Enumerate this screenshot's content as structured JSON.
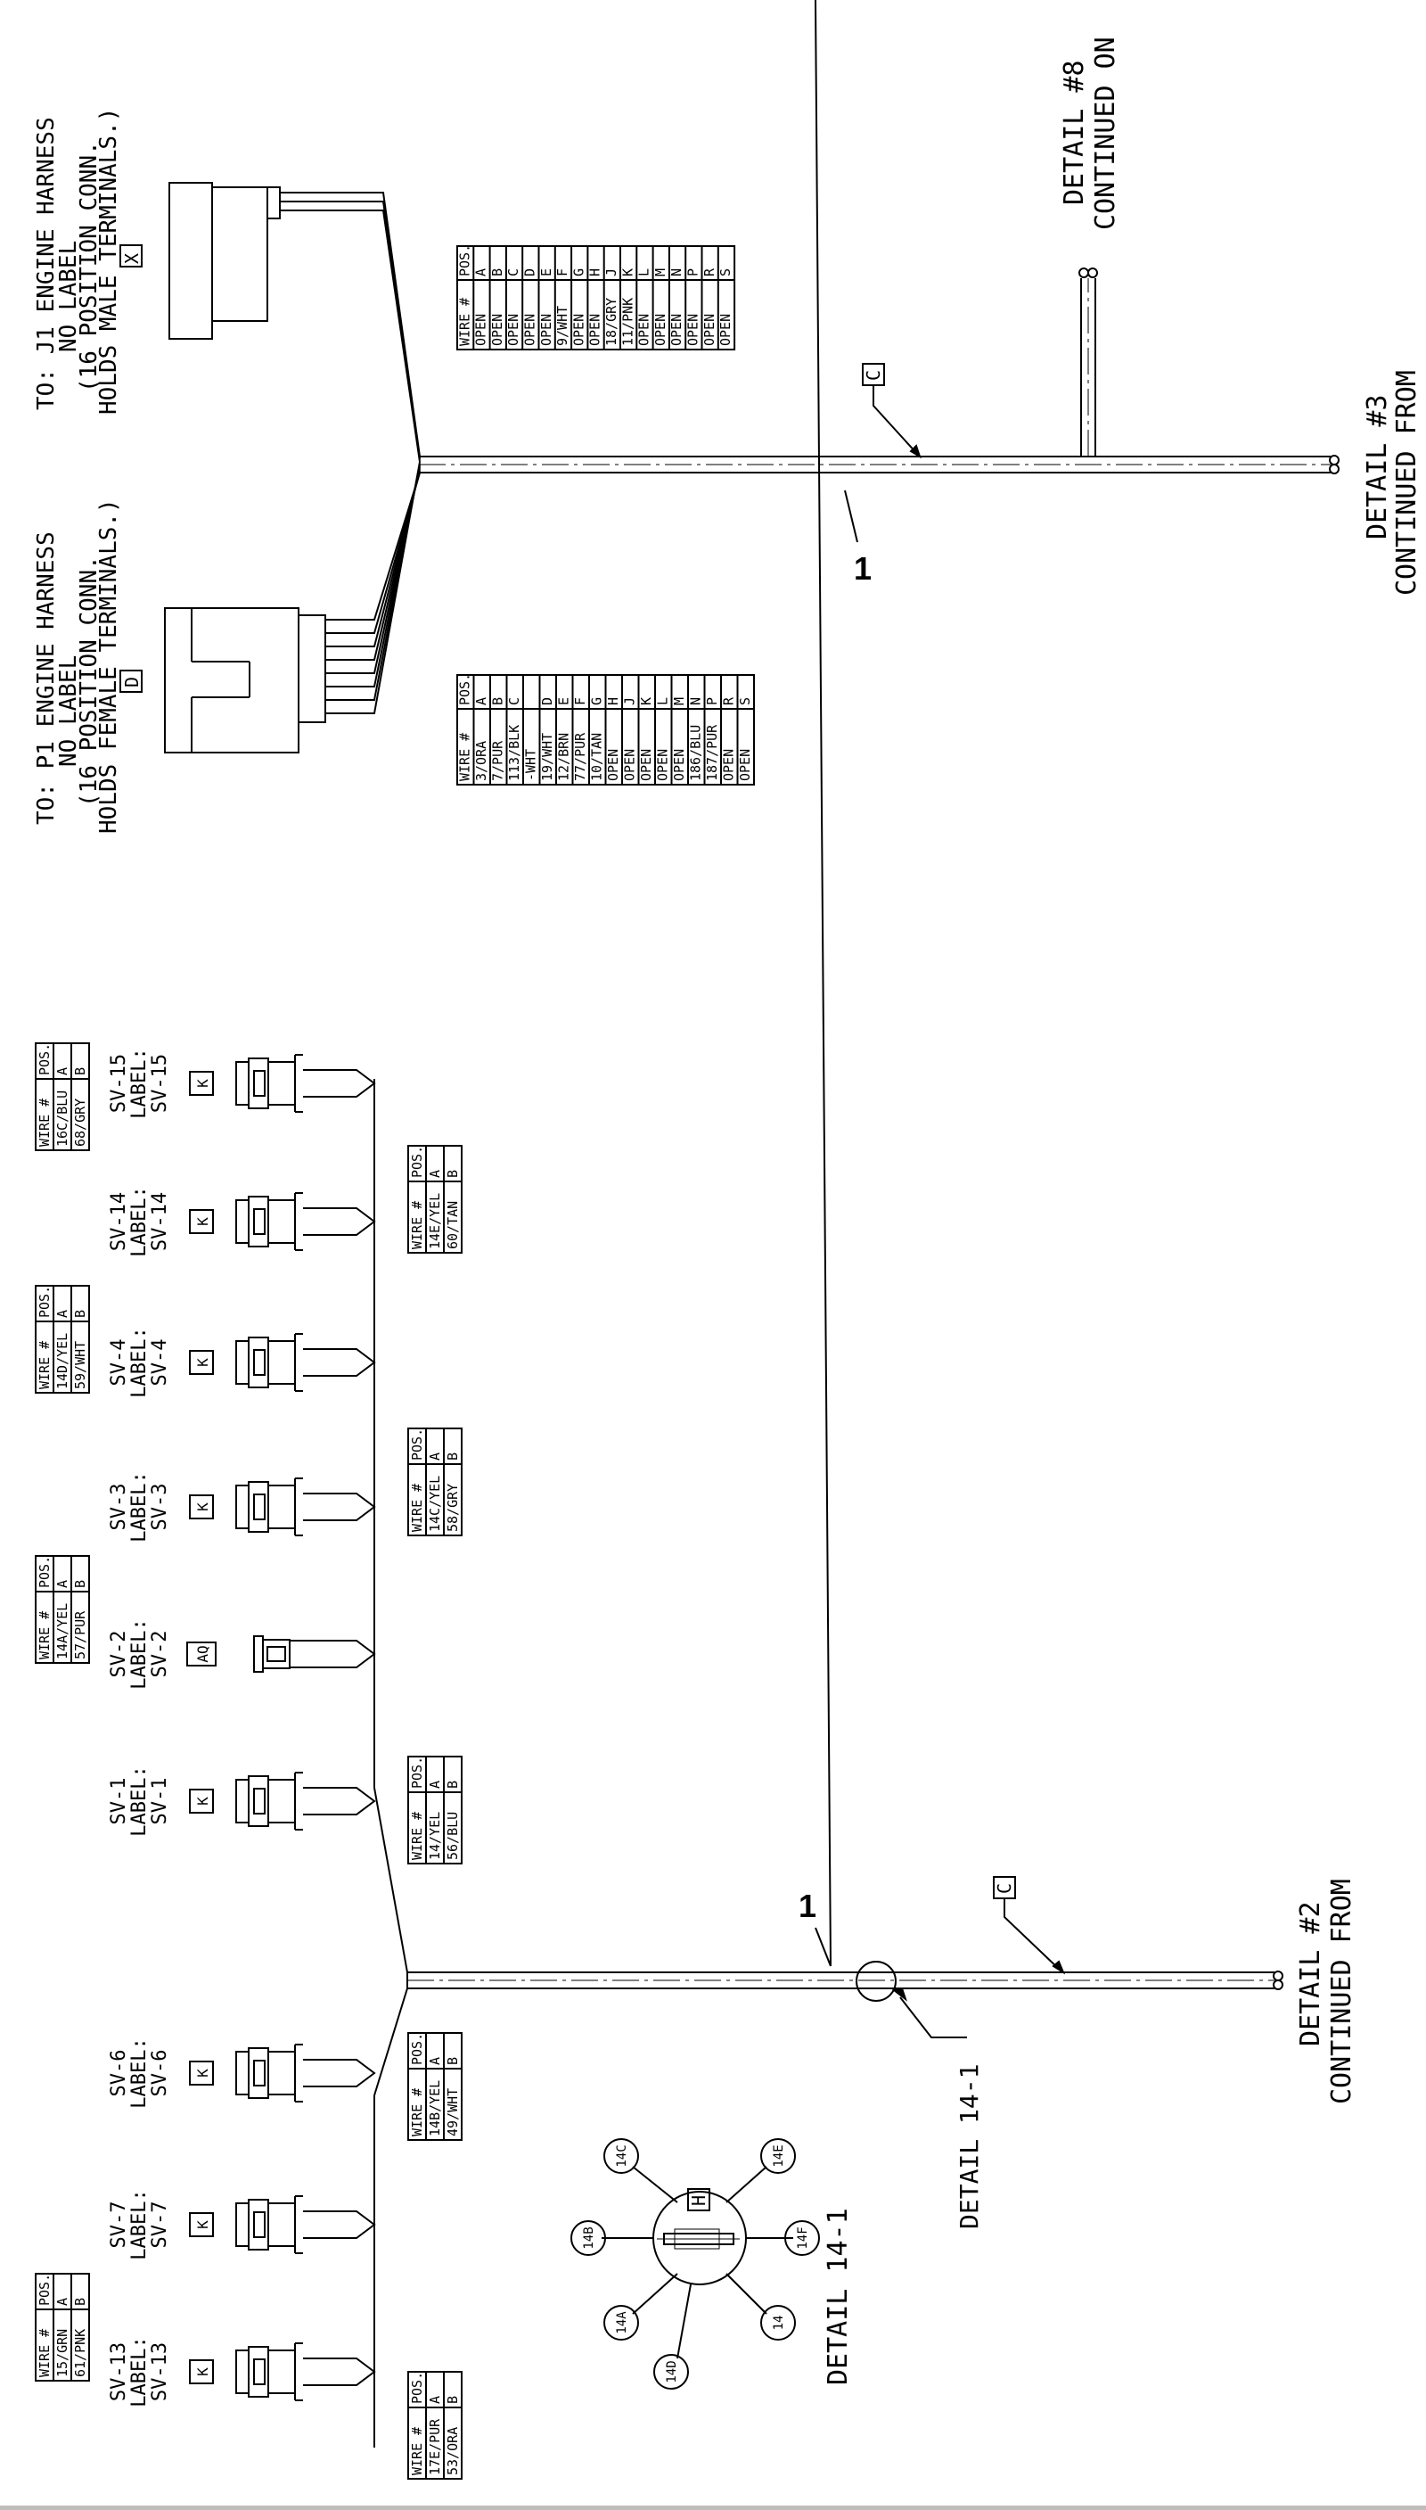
{
  "labels": {
    "j1_title": "TO: J1 ENGINE HARNESS",
    "j1_sub1": "NO LABEL",
    "j1_sub2": "(16 POSITION CONN.",
    "j1_sub3": "HOLDS MALE TERMINALS.)",
    "j1_ref": "X",
    "p1_title": "TO: P1 ENGINE HARNESS",
    "p1_sub1": "NO LABEL",
    "p1_sub2": "(16 POSITION CONN.",
    "p1_sub3": "HOLDS FEMALE TERMINALS.)",
    "p1_ref": "D",
    "detail8_a": "DETAIL #8",
    "detail8_b": "CONTINUED ON",
    "detail3_a": "DETAIL #3",
    "detail3_b": "CONTINUED FROM",
    "detail2_a": "DETAIL #2",
    "detail2_b": "CONTINUED FROM",
    "detail14_callout": "DETAIL 14-1",
    "detail14_title": "DETAIL 14-1",
    "item1_top": "1",
    "item1_bottom": "1",
    "c_top": "C",
    "c_bottom": "C",
    "splice_ref": "H",
    "splice_wires": [
      "14C",
      "14E",
      "14B",
      "14F",
      "14A",
      "14D",
      "14"
    ]
  },
  "tables": {
    "header": [
      "WIRE #",
      "POS."
    ],
    "j1": [
      [
        "OPEN",
        "A"
      ],
      [
        "OPEN",
        "B"
      ],
      [
        "OPEN",
        "C"
      ],
      [
        "OPEN",
        "D"
      ],
      [
        "OPEN",
        "E"
      ],
      [
        "9/WHT",
        "F"
      ],
      [
        "OPEN",
        "G"
      ],
      [
        "OPEN",
        "H"
      ],
      [
        "18/GRY",
        "J"
      ],
      [
        "11/PNK",
        "K"
      ],
      [
        "OPEN",
        "L"
      ],
      [
        "OPEN",
        "M"
      ],
      [
        "OPEN",
        "N"
      ],
      [
        "OPEN",
        "P"
      ],
      [
        "OPEN",
        "R"
      ],
      [
        "OPEN",
        "S"
      ]
    ],
    "p1": [
      [
        "3/ORA",
        "A"
      ],
      [
        "7/PUR",
        "B"
      ],
      [
        "113/BLK",
        "C"
      ],
      [
        "-WHT",
        ""
      ],
      [
        "19/WHT",
        "D"
      ],
      [
        "12/BRN",
        "E"
      ],
      [
        "77/PUR",
        "F"
      ],
      [
        "10/TAN",
        "G"
      ],
      [
        "OPEN",
        "H"
      ],
      [
        "OPEN",
        "J"
      ],
      [
        "OPEN",
        "K"
      ],
      [
        "OPEN",
        "L"
      ],
      [
        "OPEN",
        "M"
      ],
      [
        "186/BLU",
        "N"
      ],
      [
        "187/PUR",
        "P"
      ],
      [
        "OPEN",
        "R"
      ],
      [
        "OPEN",
        "S"
      ]
    ],
    "sv15": [
      [
        "16C/BLU",
        "A"
      ],
      [
        "68/GRY",
        "B"
      ]
    ],
    "sv14": [
      [
        "14E/YEL",
        "A"
      ],
      [
        "60/TAN",
        "B"
      ]
    ],
    "sv4": [
      [
        "14D/YEL",
        "A"
      ],
      [
        "59/WHT",
        "B"
      ]
    ],
    "sv3": [
      [
        "14C/YEL",
        "A"
      ],
      [
        "58/GRY",
        "B"
      ]
    ],
    "sv2": [
      [
        "14A/YEL",
        "A"
      ],
      [
        "57/PUR",
        "B"
      ]
    ],
    "sv1": [
      [
        "14/YEL",
        "A"
      ],
      [
        "56/BLU",
        "B"
      ]
    ],
    "sv6": [
      [
        "14B/YEL",
        "A"
      ],
      [
        "49/WHT",
        "B"
      ]
    ],
    "sv7": [
      [
        "15/GRN",
        "A"
      ],
      [
        "61/PNK",
        "B"
      ]
    ],
    "sv13": [
      [
        "17E/PUR",
        "A"
      ],
      [
        "53/ORA",
        "B"
      ]
    ]
  },
  "solenoids": [
    {
      "id": "SV-15",
      "label_word": "LABEL:",
      "label": "SV-15",
      "ref": "K"
    },
    {
      "id": "SV-14",
      "label_word": "LABEL:",
      "label": "SV-14",
      "ref": "K"
    },
    {
      "id": "SV-4",
      "label_word": "LABEL:",
      "label": "SV-4",
      "ref": "K"
    },
    {
      "id": "SV-3",
      "label_word": "LABEL:",
      "label": "SV-3",
      "ref": "K"
    },
    {
      "id": "SV-2",
      "label_word": "LABEL:",
      "label": "SV-2",
      "ref": "AQ"
    },
    {
      "id": "SV-1",
      "label_word": "LABEL:",
      "label": "SV-1",
      "ref": "K"
    },
    {
      "id": "SV-6",
      "label_word": "LABEL:",
      "label": "SV-6",
      "ref": "K"
    },
    {
      "id": "SV-7",
      "label_word": "LABEL:",
      "label": "SV-7",
      "ref": "K"
    },
    {
      "id": "SV-13",
      "label_word": "LABEL:",
      "label": "SV-13",
      "ref": "K"
    }
  ]
}
